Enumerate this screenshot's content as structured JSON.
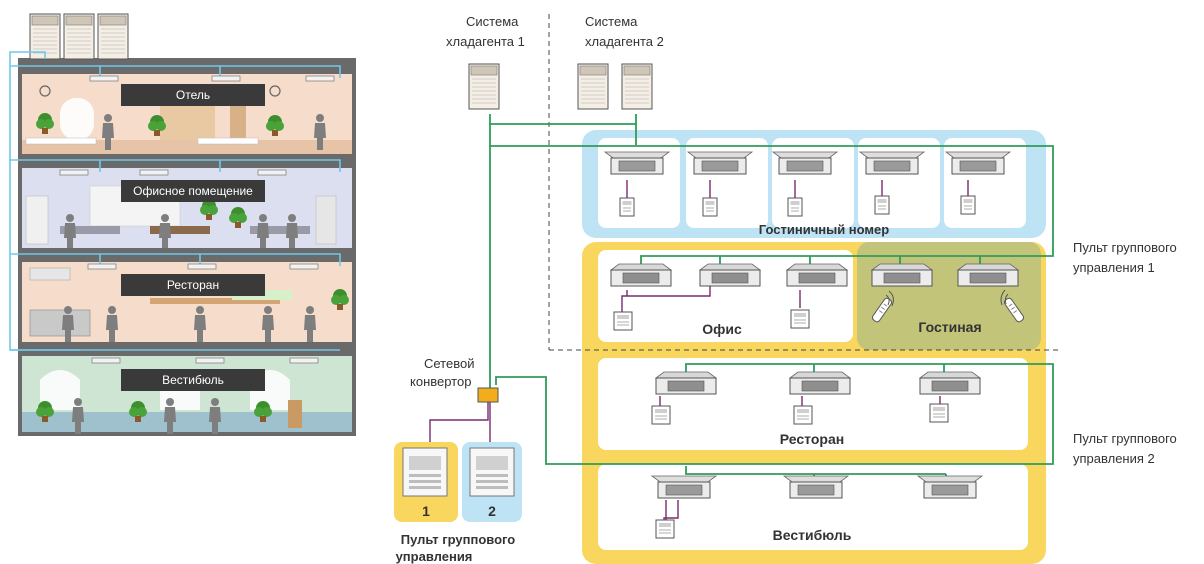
{
  "building": {
    "floors": [
      {
        "label": "Отель"
      },
      {
        "label": "Офисное помещение"
      },
      {
        "label": "Ресторан"
      },
      {
        "label": "Вестибюль"
      }
    ]
  },
  "systems": {
    "system1": {
      "line1": "Система",
      "line2": "хладагента 1"
    },
    "system2": {
      "line1": "Система",
      "line2": "хладагента 2"
    }
  },
  "zones": {
    "hotel_room": "Гостиничный номер",
    "office": "Офис",
    "living": "Гостиная",
    "restaurant": "Ресторан",
    "lobby": "Вестибюль"
  },
  "converter": {
    "line1": "Сетевой",
    "line2": "конвертор"
  },
  "controllers": {
    "panel1_number": "1",
    "panel2_number": "2",
    "caption_line1": "Пульт группового",
    "caption_line2": "управления"
  },
  "side_labels": {
    "group1_line1": "Пульт группового",
    "group1_line2": "управления 1",
    "group2_line1": "Пульт группового",
    "group2_line2": "управления 2"
  },
  "colors": {
    "blue_zone": "#bde3f4",
    "yellow_zone": "#f9d65e",
    "olive_zone": "#c2c47a",
    "green_line": "#2f9c59",
    "purple_line": "#7b2a6e",
    "label_bg": "#3a3a3a",
    "pipe_blue": "#6fc8ea",
    "converter": "#f1ad1a"
  }
}
